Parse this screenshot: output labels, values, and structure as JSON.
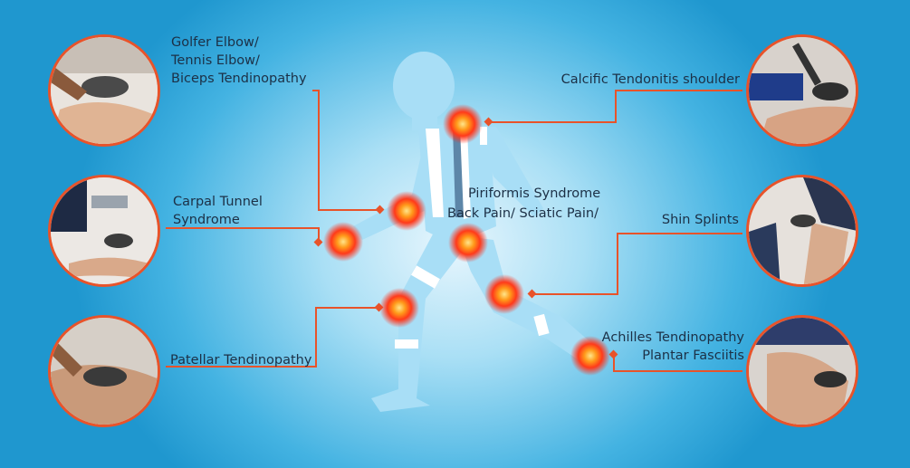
{
  "labels": {
    "golfer_elbow": "Golfer Elbow/",
    "tennis_elbow": "Tennis Elbow/",
    "biceps": "Biceps Tendinopathy",
    "carpal_1": "Carpal Tunnel",
    "carpal_2": "Syndrome",
    "patellar": "Patellar Tendinopathy",
    "calcific": "Calcific Tendonitis shoulder",
    "piriformis": "Piriformis Syndrome",
    "back_pain": "Back Pain/ Sciatic Pain/",
    "shin": "Shin Splints",
    "achilles": "Achilles Tendinopathy",
    "plantar": "Plantar Fasciitis"
  },
  "colors": {
    "accent": "#e8532a",
    "body": "#a8def6",
    "text": "#1c3046"
  }
}
